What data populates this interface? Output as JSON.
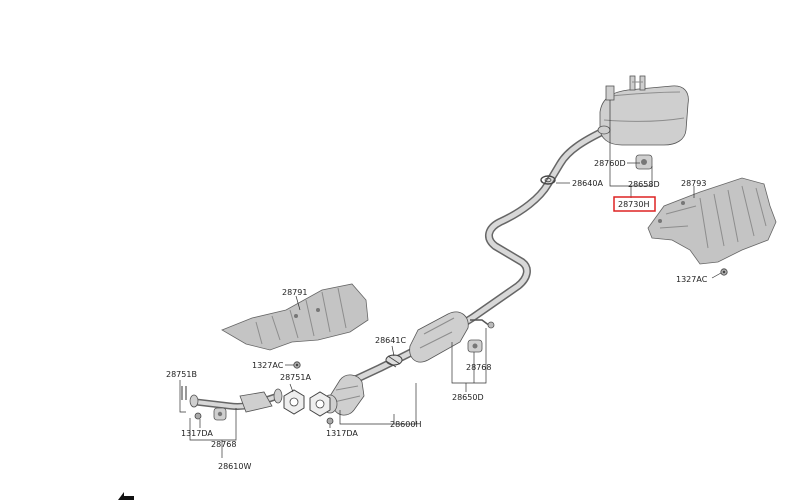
{
  "labels": {
    "p28760D": "28760D",
    "p28658D": "28658D",
    "p28640A": "28640A",
    "p28730H": "28730H",
    "p28793": "28793",
    "p1327AC_right": "1327AC",
    "p28791": "28791",
    "p1327AC_left": "1327AC",
    "p28641C": "28641C",
    "p28768_mid": "28768",
    "p28751B": "28751B",
    "p28751A": "28751A",
    "p28650D": "28650D",
    "p1317DA_left": "1317DA",
    "p1317DA_mid": "1317DA",
    "p28600H": "28600H",
    "p28768_bottom": "28768",
    "p28610W": "28610W"
  },
  "highlight": {
    "part": "28730H",
    "color": "#d22222"
  },
  "icons": {
    "corner_arrow": "back-arrow-icon"
  }
}
